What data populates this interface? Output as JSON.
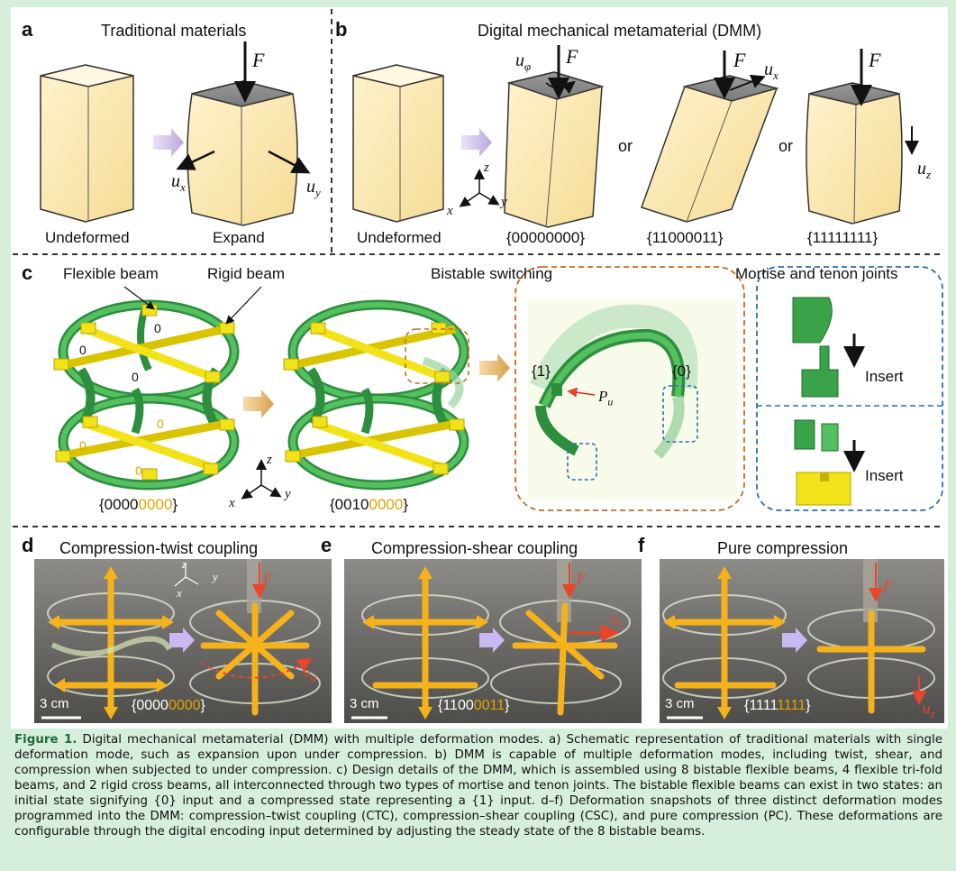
{
  "colors": {
    "background": "#d6eedc",
    "caption_label": "#1e6b3a",
    "digit_highlight": "#e0a400",
    "green_beam": "#3aa34a",
    "rigid_beam": "#f2e21a",
    "force_arrow": "#e8452a"
  },
  "panel_a": {
    "label": "a",
    "title": "Traditional materials",
    "force": "F",
    "ux": "u",
    "ux_sub": "x",
    "uy": "u",
    "uy_sub": "y",
    "caption_left": "Undeformed",
    "caption_right": "Expand"
  },
  "panel_b": {
    "label": "b",
    "title": "Digital mechanical metamaterial (DMM)",
    "force": "F",
    "uphi": "u",
    "uphi_sub": "φ",
    "ux": "u",
    "ux_sub": "x",
    "uz": "u",
    "uz_sub": "z",
    "or": "or",
    "axis_x": "x",
    "axis_y": "y",
    "axis_z": "z",
    "caption_undeformed": "Undeformed",
    "code1": "{00000000}",
    "code2": "{11000011}",
    "code3": "{11111111}"
  },
  "panel_c": {
    "label": "c",
    "flexible_beam": "Flexible beam",
    "rigid_beam": "Rigid beam",
    "bistable_title": "Bistable switching",
    "mortise_title": "Mortise and tenon joints",
    "zero": "0",
    "state1": "{1}",
    "state0": "{0}",
    "pu": "P",
    "pu_sub": "u",
    "insert": "Insert",
    "axis_x": "x",
    "axis_y": "y",
    "axis_z": "z",
    "code_left_black": "{0000",
    "code_left_yellow": "0000",
    "code_right_black": "{0010",
    "code_right_yellow": "0000",
    "brace_close": "}"
  },
  "panel_d": {
    "label": "d",
    "title": "Compression-twist coupling",
    "scale": "3 cm",
    "force": "F",
    "uphi": "u",
    "uphi_sub": "φ",
    "axis_x": "x",
    "axis_y": "y",
    "axis_z": "z",
    "code_black": "{0000",
    "code_yellow": "0000",
    "brace_close": "}"
  },
  "panel_e": {
    "label": "e",
    "title": "Compression-shear coupling",
    "scale": "3 cm",
    "force": "F",
    "uy": "u",
    "uy_sub": "y",
    "code_black": "{1100",
    "code_yellow": "0011",
    "brace_close": "}"
  },
  "panel_f": {
    "label": "f",
    "title": "Pure compression",
    "scale": "3 cm",
    "force": "F",
    "uz": "u",
    "uz_sub": "z",
    "code_black": "{1111",
    "code_yellow": "1111",
    "brace_close": "}"
  },
  "caption": {
    "label": "Figure 1.",
    "text": "Digital mechanical metamaterial (DMM) with multiple deformation modes. a) Schematic representation of traditional materials with single deformation mode, such as expansion upon under compression. b) DMM is capable of multiple deformation modes, including twist, shear, and compression when subjected to under compression. c) Design details of the DMM, which is assembled using 8 bistable flexible beams, 4 flexible tri-fold beams, and 2 rigid cross beams, all interconnected through two types of mortise and tenon joints. The bistable flexible beams can exist in two states: an initial state signifying {0} input and a compressed state representing a {1} input. d–f) Deformation snapshots of three distinct deformation modes programmed into the DMM: compression–twist coupling (CTC), compression–shear coupling (CSC), and pure compression (PC). These deformations are configurable through the digital encoding input determined by adjusting the steady state of the 8 bistable beams."
  }
}
